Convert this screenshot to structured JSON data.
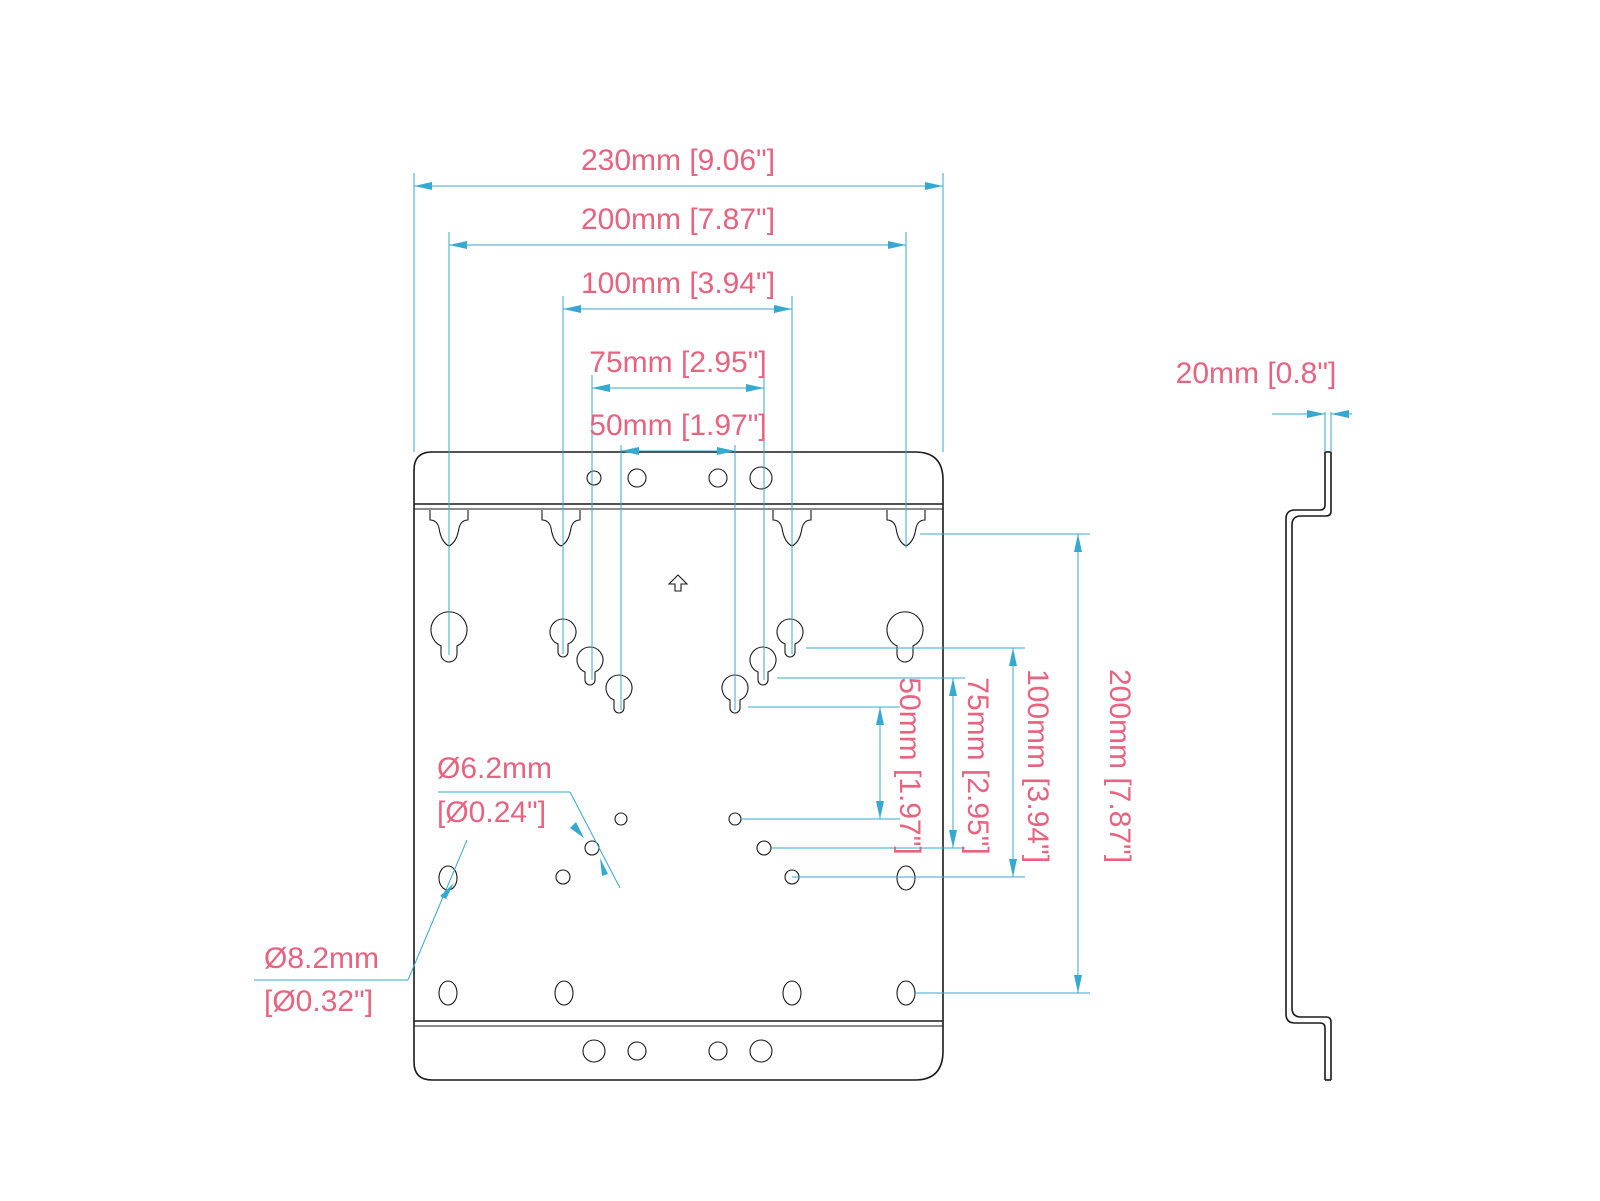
{
  "colors": {
    "dimension_text": "#e8637f",
    "dimension_line": "#35a9cf",
    "outline": "#1a1a1a",
    "background": "#ffffff"
  },
  "dimensions": {
    "overall_width": "230mm [9.06\"]",
    "w200": "200mm [7.87\"]",
    "w100": "100mm [3.94\"]",
    "w75": "75mm [2.95\"]",
    "w50": "50mm [1.97\"]",
    "depth": "20mm [0.8\"]",
    "h50": "50mm [1.97\"]",
    "h75": "75mm [2.95\"]",
    "h100": "100mm [3.94\"]",
    "h200": "200mm [7.87\"]",
    "small_hole_mm": "Ø6.2mm",
    "small_hole_in": "[Ø0.24\"]",
    "large_hole_mm": "Ø8.2mm",
    "large_hole_in": "[Ø0.32\"]"
  },
  "icons": {
    "up_arrow": "up-arrow-icon"
  }
}
